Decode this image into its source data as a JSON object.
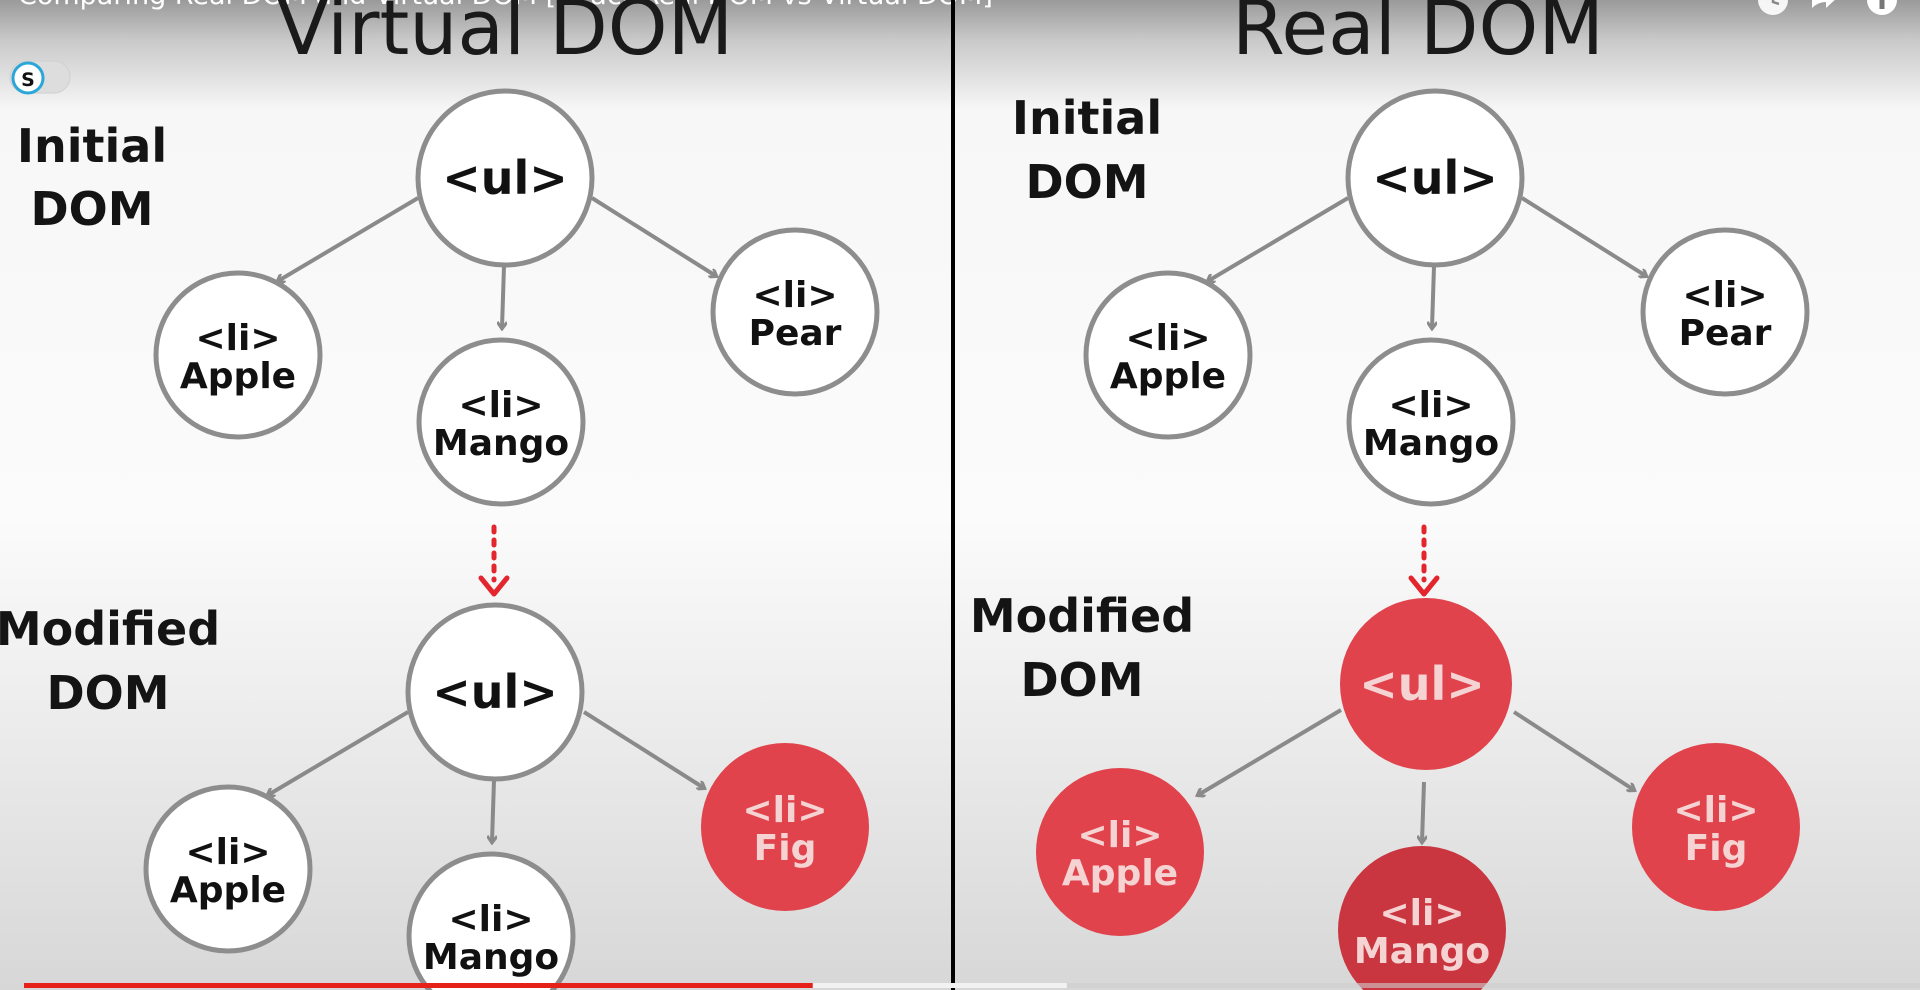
{
  "video": {
    "title": "Comparing Real DOM and Virtual DOM [React Real DOM vs Virtual DOM]",
    "progress": 0.416,
    "buffered": 0.55,
    "progress_color": "#e62117",
    "controls": [
      "watch-later-icon",
      "share-icon",
      "info-icon"
    ]
  },
  "avatar_badge": {
    "letter": "S"
  },
  "left": {
    "title": "Virtual DOM",
    "initial_label": [
      "Initial",
      "DOM"
    ],
    "modified_label": [
      "Modified",
      "DOM"
    ],
    "initial_tree": {
      "root": "<ul>",
      "children": [
        {
          "tag": "<li>",
          "text": "Apple"
        },
        {
          "tag": "<li>",
          "text": "Mango"
        },
        {
          "tag": "<li>",
          "text": "Pear"
        }
      ]
    },
    "modified_tree": {
      "root": "<ul>",
      "root_changed": false,
      "children": [
        {
          "tag": "<li>",
          "text": "Apple",
          "changed": false
        },
        {
          "tag": "<li>",
          "text": "Mango",
          "changed": false
        },
        {
          "tag": "<li>",
          "text": "Fig",
          "changed": true
        }
      ]
    }
  },
  "right": {
    "title": "Real DOM",
    "initial_label": [
      "Initial",
      "DOM"
    ],
    "modified_label": [
      "Modified",
      "DOM"
    ],
    "initial_tree": {
      "root": "<ul>",
      "children": [
        {
          "tag": "<li>",
          "text": "Apple"
        },
        {
          "tag": "<li>",
          "text": "Mango"
        },
        {
          "tag": "<li>",
          "text": "Pear"
        }
      ]
    },
    "modified_tree": {
      "root": "<ul>",
      "root_changed": true,
      "children": [
        {
          "tag": "<li>",
          "text": "Apple",
          "changed": true
        },
        {
          "tag": "<li>",
          "text": "Mango",
          "changed": true
        },
        {
          "tag": "<li>",
          "text": "Fig",
          "changed": true
        }
      ]
    }
  },
  "colors": {
    "changed_node": "#e0434c",
    "arrow": "#8a8a8a",
    "transition_arrow": "#e3262e"
  }
}
